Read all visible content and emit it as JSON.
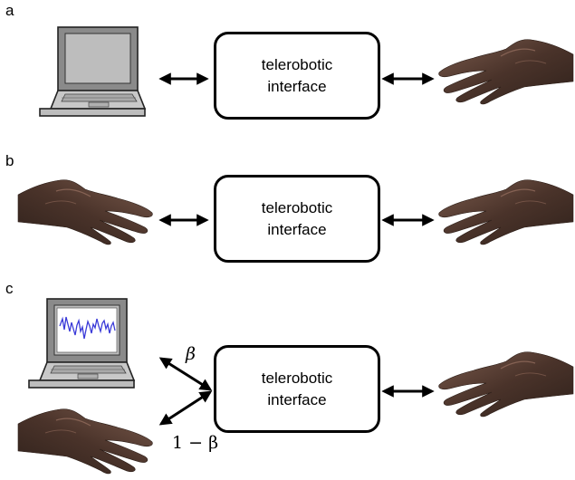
{
  "panels": [
    {
      "label": "a",
      "box_text": "telerobotic\ninterface"
    },
    {
      "label": "b",
      "box_text": "telerobotic\ninterface"
    },
    {
      "label": "c",
      "box_text": "telerobotic\ninterface"
    }
  ],
  "weights": {
    "upper": "β",
    "lower": "1 − β"
  },
  "colors": {
    "skin_dark": "#3e2b24",
    "skin_light": "#7a5a4c",
    "laptop_gray": "#b8b8b8",
    "plot_line": "#3a3ad8"
  },
  "icons": [
    "laptop-icon",
    "hand-icon"
  ]
}
